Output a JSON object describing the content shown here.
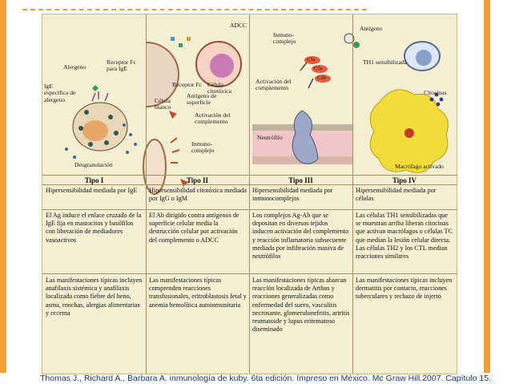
{
  "columns": [
    {
      "type": "Tipo I",
      "title": "Hipersensibilidad mediada por IgE",
      "mechanism": "El Ag induce el enlace cruzado de la IgE fija en mastocitos y basófilos con liberación de mediadores vasoactivos",
      "manifestations": "Las manifestaciones típicas incluyen anafilaxis sistémica y anafilaxis localizada como fiebre del heno, asma, ronchas, alergias alimentarias y eccema"
    },
    {
      "type": "Tipo II",
      "title": "Hipersensibilidad citotóxica mediada por IgG o IgM",
      "mechanism": "El Ab dirigido contra antígenos de superficie celular media la destrucción celular por activación del complemento o ADCC",
      "manifestations": "Las manifestaciones típicas comprenden reacciones transfusionales, eritroblastosis fetal y anemia hemolítica autoinmunitaria"
    },
    {
      "type": "Tipo III",
      "title": "Hipersensibilidad mediada por inmunocomplejos",
      "mechanism": "Los complejos Ag-Ab que se depositan en diversos tejidos inducen activación del complemento y reacción inflamatoria subsecuente mediada por infiltración masiva de neutrófilos",
      "manifestations": "Las manifestaciones típicas abarcan reacción localizada de Arthus y reacciones generalizadas como enfermedad del suero, vasculitis necrosante, glomerulonefritis, artritis reumatoide y lupus eritematoso diseminado"
    },
    {
      "type": "Tipo IV",
      "title": "Hipersensibilidad mediada por células",
      "mechanism": "Las células TH1 sensibilizadas que se muestran arriba liberan citocinas que activan macrófagos o células TC que median la lesión celular directa. Las células TH2 y los CTL median reacciones similares",
      "manifestations": "Las manifestaciones típicas incluyen dermatitis por contacto, reacciones tuberculares y rechazo de injerto"
    }
  ],
  "labels": {
    "t1_alergeno": "Alergeno",
    "t1_receptor": "Receptor Fc para IgE",
    "t1_ige": "IgE específica de alergeno",
    "t1_degran": "Desgranulación",
    "t2_adcc": "ADCC",
    "t2_receptor": "Receptor Fc",
    "t2_citotox": "Célula citotóxica",
    "t2_blanco": "Célula blanco",
    "t2_antigeno": "Antígeno de superficie",
    "t2_complemento": "Activación del complemento",
    "t2_inmuno": "Inmuno-complejo",
    "t3_inmuno": "Inmuno-complejo",
    "t3_activ": "Activación del complemento",
    "t3_neutrofilo": "Neutrófilo",
    "t3_c3a": "C3a",
    "t3_c5a": "C5a",
    "t3_c3b": "C3b",
    "t4_antigeno": "Antígeno",
    "t4_th1": "TH1 sensibilizada",
    "t4_citocinas": "Citocinas",
    "t4_macrofago": "Macrófago activado"
  },
  "caption": "Thomas J., Richard A., Barbara A. inmunología de kuby. 6ta edición. Impreso en México. Mc Graw Hill.2007. Capítulo 15.",
  "colors": {
    "frame": "#f0a030",
    "panel": "#f4efd2",
    "caption": "#1c3a7a"
  }
}
